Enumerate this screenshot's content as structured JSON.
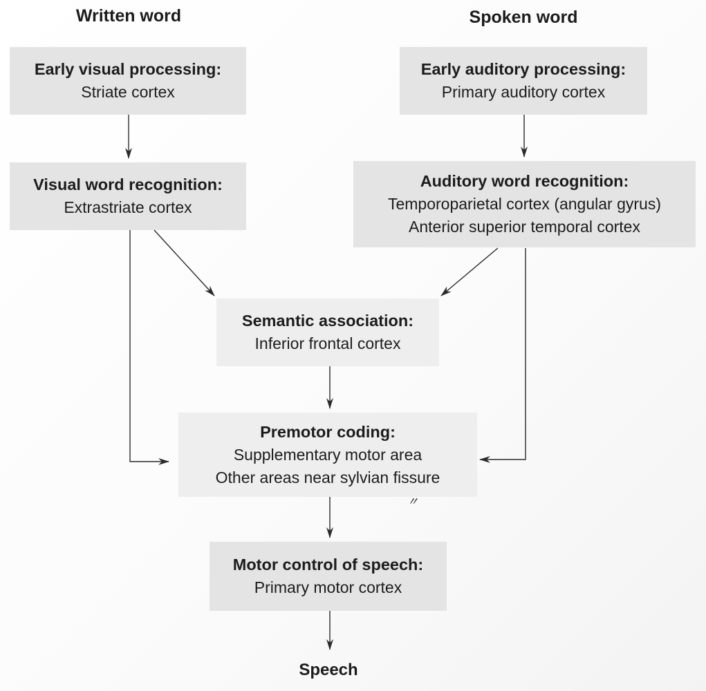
{
  "columns": {
    "written": "Written word",
    "spoken": "Spoken word"
  },
  "boxes": {
    "early_visual": {
      "title": "Early visual processing:",
      "lines": [
        "Striate cortex"
      ]
    },
    "visual_word": {
      "title": "Visual word recognition:",
      "lines": [
        "Extrastriate cortex"
      ]
    },
    "early_auditory": {
      "title": "Early auditory processing:",
      "lines": [
        "Primary auditory cortex"
      ]
    },
    "auditory_word": {
      "title": "Auditory word recognition:",
      "lines": [
        "Temporoparietal cortex (angular gyrus)",
        "Anterior superior temporal cortex"
      ]
    },
    "semantic": {
      "title": "Semantic association:",
      "lines": [
        "Inferior frontal cortex"
      ]
    },
    "premotor": {
      "title": "Premotor coding:",
      "lines": [
        "Supplementary motor area",
        "Other areas near sylvian fissure"
      ]
    },
    "motor": {
      "title": "Motor control of speech:",
      "lines": [
        "Primary motor cortex"
      ]
    }
  },
  "output": "Speech",
  "colors": {
    "box": "#e4e4e4",
    "box_light": "#eeeeee",
    "text": "#1c1c1c",
    "arrow": "#2a2a2a"
  }
}
